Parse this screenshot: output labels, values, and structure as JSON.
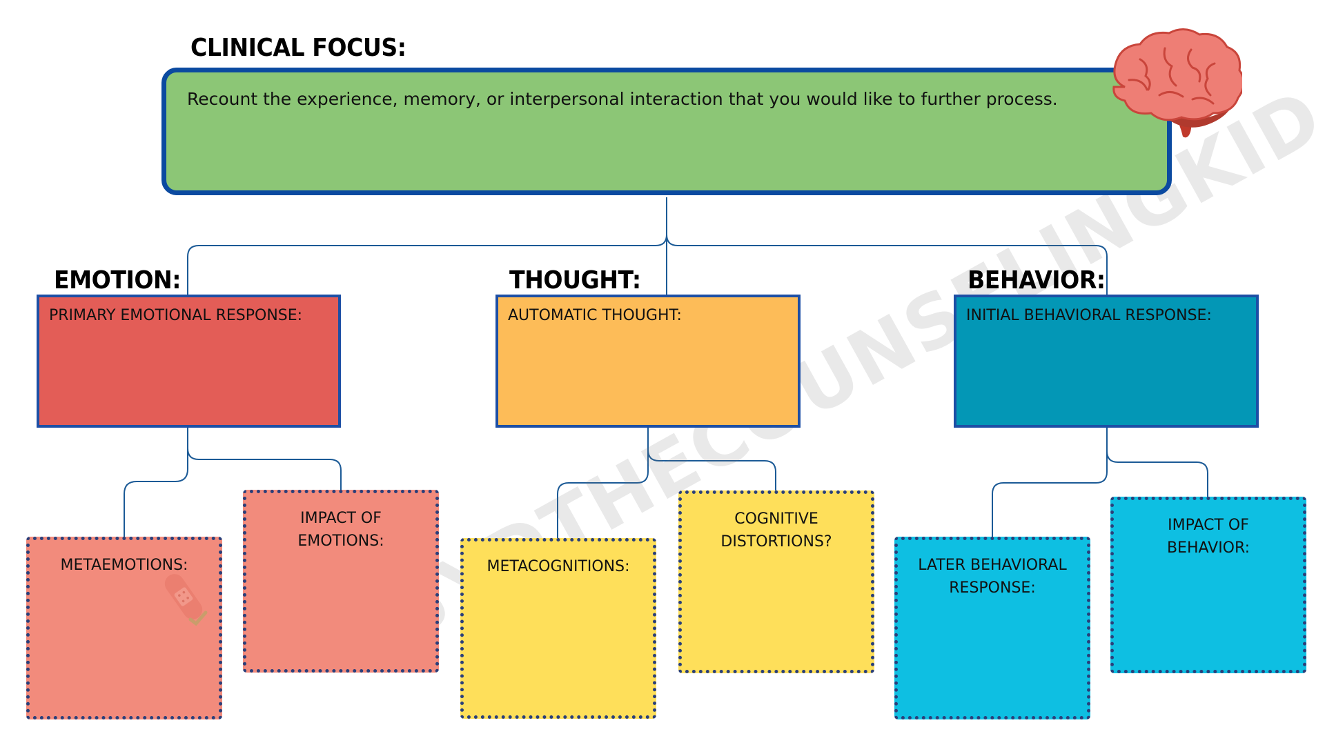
{
  "header": {
    "clinical_focus_heading": "CLINICAL FOCUS:",
    "clinical_focus_prompt": "Recount the experience, memory, or interpersonal interaction that you would like to further process."
  },
  "columns": {
    "emotion": {
      "heading": "EMOTION:",
      "primary_label": "PRIMARY EMOTIONAL RESPONSE:",
      "left_label": "METAEMOTIONS:",
      "right_label": "IMPACT OF EMOTIONS:"
    },
    "thought": {
      "heading": "THOUGHT:",
      "primary_label": "AUTOMATIC THOUGHT:",
      "left_label": "METACOGNITIONS:",
      "right_label": "COGNITIVE DISTORTIONS?"
    },
    "behavior": {
      "heading": "BEHAVIOR:",
      "primary_label": "INITIAL BEHAVIORAL RESPONSE:",
      "left_label": "LATER BEHAVIORAL RESPONSE:",
      "right_label": "IMPACT OF BEHAVIOR:"
    }
  },
  "watermark": "SYDTHECOUNSELINGKID",
  "icons": {
    "brain": "brain-icon",
    "bandaid": "bandaid-icon"
  },
  "colors": {
    "focus_fill": "#8cc676",
    "focus_border": "#0b4aa0",
    "emotion_primary": "#e35d57",
    "emotion_secondary": "#f28b7c",
    "thought_primary": "#fdbc58",
    "thought_secondary": "#fedf5a",
    "behavior_primary": "#0397b6",
    "behavior_secondary": "#0ebfe2",
    "connector": "#1b5a96"
  }
}
